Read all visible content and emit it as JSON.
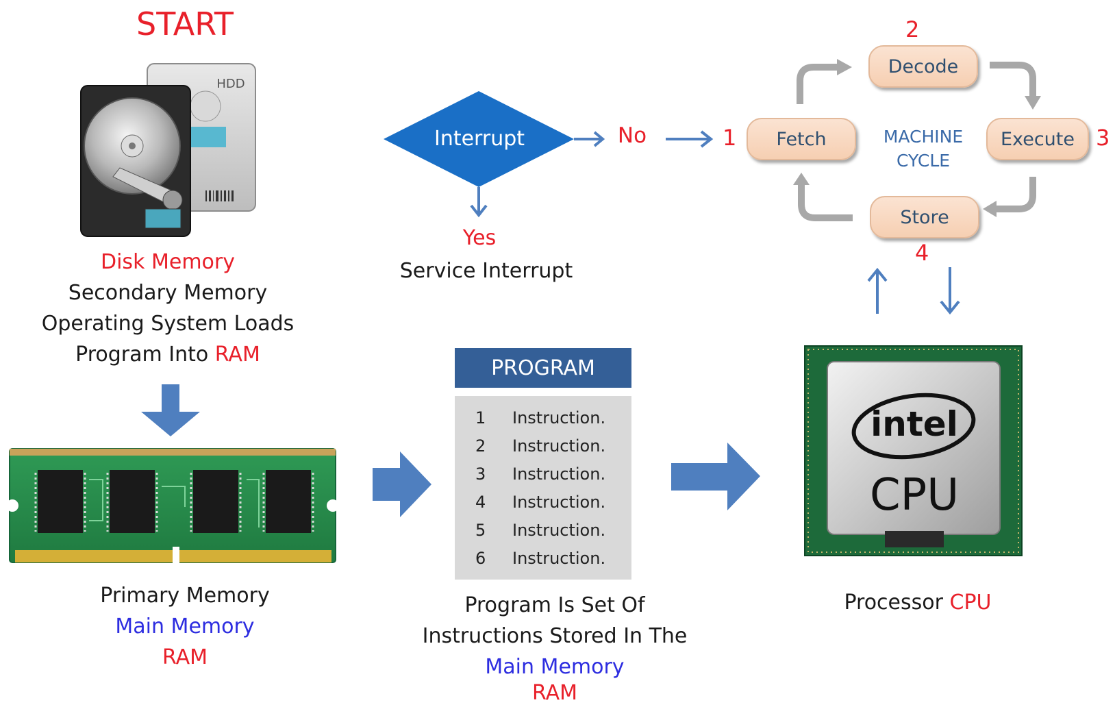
{
  "start_label": "START",
  "disk": {
    "hdd_label": "HDD",
    "title": "Disk Memory",
    "line1": "Secondary  Memory",
    "line2": "Operating System Loads",
    "line3_a": "Program  Into",
    "line3_b": "RAM"
  },
  "interrupt": {
    "label": "Interrupt",
    "no": "No",
    "yes": "Yes",
    "service": "Service Interrupt"
  },
  "machine_cycle": {
    "center_line1": "MACHINE",
    "center_line2": "CYCLE",
    "steps": [
      {
        "num": "1",
        "label": "Fetch"
      },
      {
        "num": "2",
        "label": "Decode"
      },
      {
        "num": "3",
        "label": "Execute"
      },
      {
        "num": "4",
        "label": "Store"
      }
    ]
  },
  "ram": {
    "line1": "Primary  Memory",
    "line2": "Main Memory",
    "line3": "RAM"
  },
  "program": {
    "header": "PROGRAM",
    "rows": [
      {
        "num": "1",
        "text": "Instruction."
      },
      {
        "num": "2",
        "text": "Instruction."
      },
      {
        "num": "3",
        "text": "Instruction."
      },
      {
        "num": "4",
        "text": "Instruction."
      },
      {
        "num": "5",
        "text": "Instruction."
      },
      {
        "num": "6",
        "text": "Instruction."
      }
    ],
    "caption1": "Program  Is Set Of",
    "caption2": "Instructions  Stored  In The",
    "caption3": "Main Memory",
    "caption4": "RAM"
  },
  "cpu": {
    "brand": "intel",
    "chip_label": "CPU",
    "caption_a": "Processor",
    "caption_b": "CPU"
  },
  "colors": {
    "red": "#e8202a",
    "blue_text": "#2d2de0",
    "arrow_blue": "#4f7fbf",
    "diamond_blue": "#1a6fc6",
    "program_header": "#345f97",
    "cycle_arrow_grey": "#a8a8a8"
  }
}
